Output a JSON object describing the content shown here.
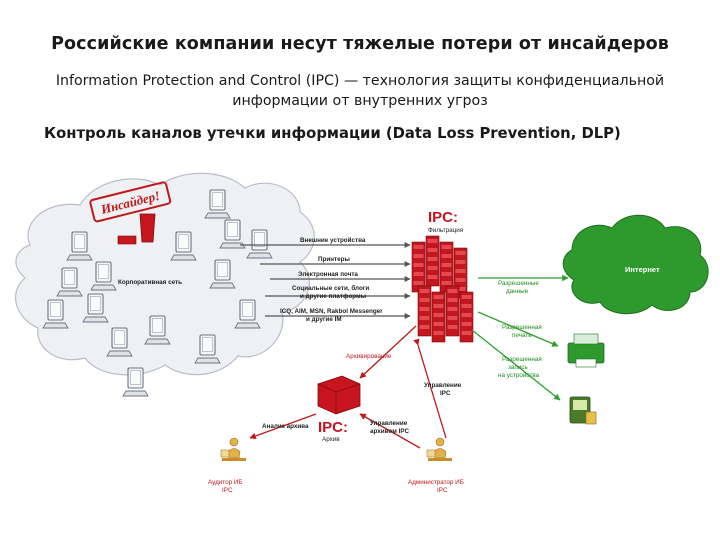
{
  "header": {
    "title": "Российские компании несут тяжелые потери от инсайдеров",
    "subtitle_line1": "Information Protection and Control (IPC) — технология защиты конфиденциальной",
    "subtitle_line2": "информации от внутренних угроз",
    "section_heading": "Контроль каналов утечки информации (Data Loss Prevention, DLP)"
  },
  "diagram": {
    "insider_stamp": "Инсайдер!",
    "corporate_network": "Корпоративная сеть",
    "channels": [
      "Внешние устройства",
      "Принтеры",
      "Электронная почта",
      "Социальные сети, блоги",
      "и другие платформы",
      "ICQ, AIM, MSN, Rakbol Messenger",
      "и другие IM"
    ],
    "ipc_filter_title": "IPC:",
    "ipc_filter_sub": "Фильтрация",
    "internet": "Интернет",
    "allowed_data_1": "Разрешенные",
    "allowed_data_2": "данные",
    "allowed_print_1": "Разрешенная",
    "allowed_print_2": "печать",
    "allowed_write_1": "Разрешенная",
    "allowed_write_2": "запись",
    "allowed_write_3": "на устройства",
    "archiving": "Архивирование",
    "ipc_archive_title": "IPC:",
    "ipc_archive_sub": "Архив",
    "manage_ipc_1": "Управление",
    "manage_ipc_2": "IPC",
    "archive_analysis": "Анализ архива",
    "archive_mgmt_1": "Управление",
    "archive_mgmt_2": "архивом IPC",
    "auditor_1": "Аудитор ИБ",
    "auditor_2": "IPC",
    "admin_1": "Администратор ИБ",
    "admin_2": "IPC",
    "colors": {
      "accent_red": "#c8141e",
      "server_red": "#b8141c",
      "cloud_green": "#2e9a2e",
      "arrow_green": "#2ea02e",
      "cloud_gray": "#eef0f3"
    }
  }
}
